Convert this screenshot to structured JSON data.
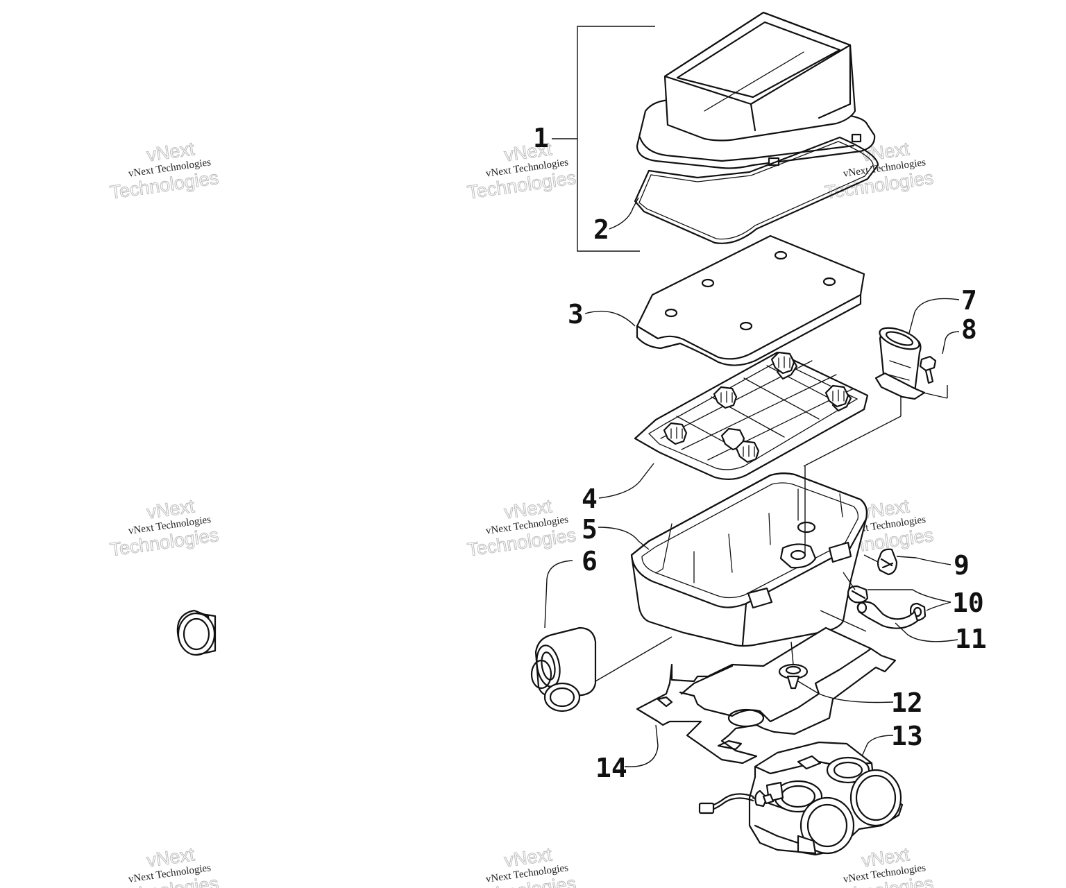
{
  "callouts": [
    {
      "id": "1",
      "label": "1"
    },
    {
      "id": "2",
      "label": "2"
    },
    {
      "id": "3",
      "label": "3"
    },
    {
      "id": "4",
      "label": "4"
    },
    {
      "id": "5",
      "label": "5"
    },
    {
      "id": "6",
      "label": "6"
    },
    {
      "id": "7",
      "label": "7"
    },
    {
      "id": "8",
      "label": "8"
    },
    {
      "id": "9",
      "label": "9"
    },
    {
      "id": "10",
      "label": "10"
    },
    {
      "id": "11",
      "label": "11"
    },
    {
      "id": "12",
      "label": "12"
    },
    {
      "id": "13",
      "label": "13"
    },
    {
      "id": "14",
      "label": "14"
    }
  ],
  "watermark": {
    "line1": "vNext Technologies",
    "word1": "vNext",
    "word2": "Technologies"
  },
  "colors": {
    "line": "#111111",
    "background": "#ffffff",
    "watermark_outline": "#bdbdbd"
  }
}
